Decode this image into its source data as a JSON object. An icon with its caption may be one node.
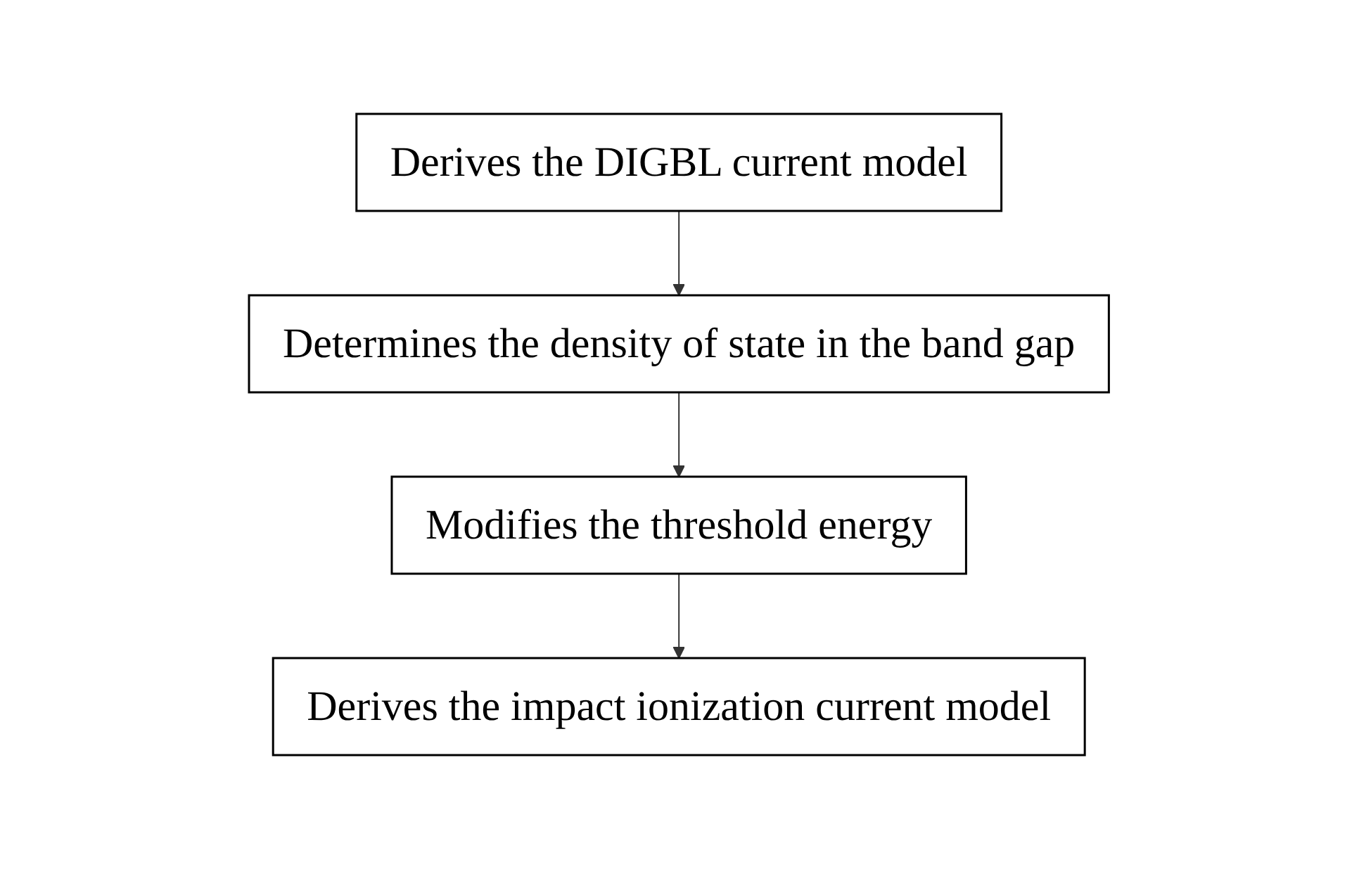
{
  "diagram": {
    "nodes": [
      {
        "text": [
          "Derives the DIGBL current model"
        ]
      },
      {
        "text": [
          "Determines the density of state in the band gap"
        ]
      },
      {
        "text": [
          "Modifies the threshold energy"
        ]
      },
      {
        "text": [
          "Derives the impact ionization current model"
        ]
      }
    ],
    "edges": [
      {
        "from": 0,
        "to": 1,
        "arrow": "to"
      },
      {
        "from": 1,
        "to": 2,
        "arrow": "to"
      },
      {
        "from": 2,
        "to": 3,
        "arrow": "to"
      }
    ]
  }
}
